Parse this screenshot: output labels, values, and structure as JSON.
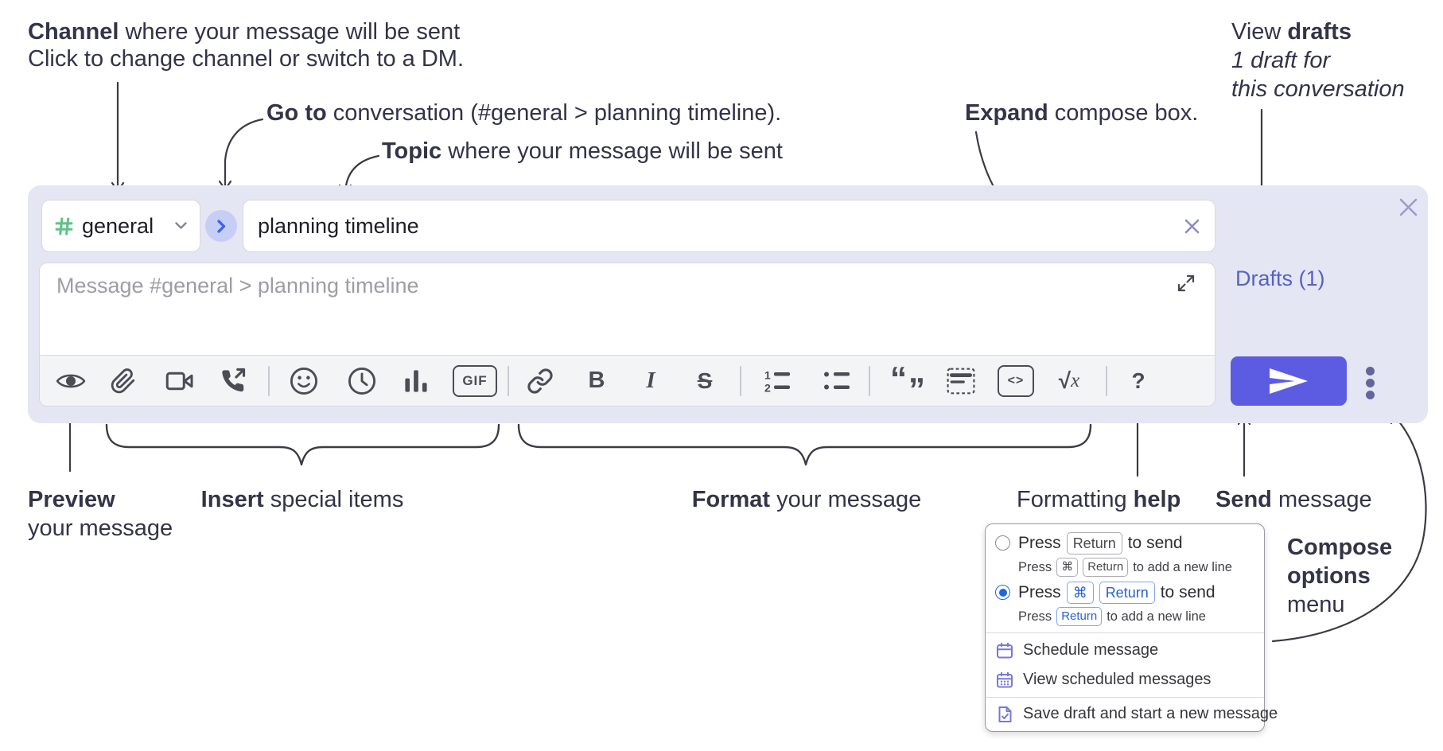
{
  "colors": {
    "container_bg": "#e4e6f3",
    "send_button": "#5b5ce2",
    "selected_radio_blue": "#2065e0",
    "menu_icon_indigo": "#7678d8",
    "drafts_link": "#5761c3",
    "hash_green": "#62c189",
    "annotation_text": "#333349"
  },
  "annotations": {
    "channel": {
      "bold": "Channel",
      "rest": " where your message will be sent",
      "sub": "Click to change channel or switch to a DM."
    },
    "goto": {
      "bold": "Go to",
      "rest": " conversation (#general > planning timeline)."
    },
    "topic": {
      "bold": "Topic",
      "rest": " where your message will be sent"
    },
    "expand": {
      "bold": "Expand",
      "rest": " compose box."
    },
    "view_drafts": {
      "pre": "View ",
      "bold": "drafts",
      "line2": "1 draft for",
      "line3": "this conversation"
    },
    "preview": {
      "bold": "Preview",
      "line2": "your message"
    },
    "insert": {
      "bold": "Insert",
      "rest": " special items"
    },
    "format": {
      "bold": "Format",
      "rest": " your message"
    },
    "help": {
      "pre": "Formatting ",
      "bold": "help"
    },
    "send": {
      "bold": "Send",
      "rest": " message"
    },
    "compose_options": {
      "bold1": "Compose",
      "bold2": "options",
      "line3": "menu"
    }
  },
  "compose": {
    "channel": {
      "name": "general"
    },
    "topic": {
      "value": "planning timeline"
    },
    "message": {
      "placeholder": "Message #general > planning timeline"
    },
    "drafts_link": "Drafts (1)",
    "toolbar": {
      "bold_glyph": "B",
      "italic_glyph": "I",
      "strike_glyph": "S",
      "gif_label": "GIF",
      "ol_num1": "1",
      "ol_num2": "2",
      "quote_open": "“",
      "quote_close": "”",
      "code_glyph": "<>",
      "math_sqrt": "√",
      "math_x": "x",
      "help_glyph": "?"
    }
  },
  "menu": {
    "option1": {
      "main_pre": "Press",
      "main_key": "Return",
      "main_post": "to send",
      "sub_pre": "Press",
      "sub_key1": "⌘",
      "sub_key2": "Return",
      "sub_post": "to add a new line"
    },
    "option2": {
      "main_pre": "Press",
      "main_key1": "⌘",
      "main_key2": "Return",
      "main_post": "to send",
      "sub_pre": "Press",
      "sub_key": "Return",
      "sub_post": "to add a new line"
    },
    "items": [
      "Schedule message",
      "View scheduled messages",
      "Save draft and start a new message"
    ]
  }
}
